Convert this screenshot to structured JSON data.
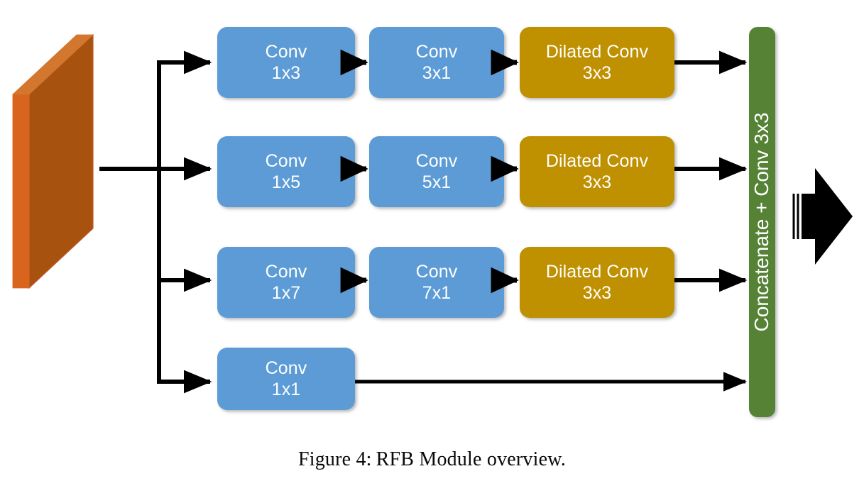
{
  "figure": {
    "caption_prefix": "Figure 4:",
    "caption_text": "RFB Module overview.",
    "caption_full": "Figure 4: RFB Module overview."
  },
  "colors": {
    "conv_blue": "#5B9BD5",
    "dilated_gold": "#BF9000",
    "concat_green": "#548235",
    "input_front": "#A8520F",
    "input_side": "#D9641E",
    "input_top": "#D3762E",
    "arrow_black": "#000000",
    "background": "#FFFFFF"
  },
  "input_block": {
    "name": "input-feature-map",
    "shape": "3d-slab"
  },
  "output_arrow": {
    "name": "output-block-arrow",
    "direction": "right"
  },
  "branches": [
    {
      "id": "branch-1",
      "blocks": [
        {
          "type": "conv",
          "line1": "Conv",
          "line2": "1x3",
          "color": "#5B9BD5"
        },
        {
          "type": "conv",
          "line1": "Conv",
          "line2": "3x1",
          "color": "#5B9BD5"
        },
        {
          "type": "dilated",
          "line1": "Dilated Conv",
          "line2": "3x3",
          "color": "#BF9000"
        }
      ]
    },
    {
      "id": "branch-2",
      "blocks": [
        {
          "type": "conv",
          "line1": "Conv",
          "line2": "1x5",
          "color": "#5B9BD5"
        },
        {
          "type": "conv",
          "line1": "Conv",
          "line2": "5x1",
          "color": "#5B9BD5"
        },
        {
          "type": "dilated",
          "line1": "Dilated Conv",
          "line2": "3x3",
          "color": "#BF9000"
        }
      ]
    },
    {
      "id": "branch-3",
      "blocks": [
        {
          "type": "conv",
          "line1": "Conv",
          "line2": "1x7",
          "color": "#5B9BD5"
        },
        {
          "type": "conv",
          "line1": "Conv",
          "line2": "7x1",
          "color": "#5B9BD5"
        },
        {
          "type": "dilated",
          "line1": "Dilated Conv",
          "line2": "3x3",
          "color": "#BF9000"
        }
      ]
    },
    {
      "id": "branch-4",
      "blocks": [
        {
          "type": "conv",
          "line1": "Conv",
          "line2": "1x1",
          "color": "#5B9BD5"
        }
      ]
    }
  ],
  "merge_node": {
    "label": "Concatenate + Conv 3x3",
    "color": "#548235"
  },
  "labels": {
    "b1c1_l1": "Conv",
    "b1c1_l2": "1x3",
    "b1c2_l1": "Conv",
    "b1c2_l2": "3x1",
    "b1c3_l1": "Dilated Conv",
    "b1c3_l2": "3x3",
    "b2c1_l1": "Conv",
    "b2c1_l2": "1x5",
    "b2c2_l1": "Conv",
    "b2c2_l2": "5x1",
    "b2c3_l1": "Dilated Conv",
    "b2c3_l2": "3x3",
    "b3c1_l1": "Conv",
    "b3c1_l2": "1x7",
    "b3c2_l1": "Conv",
    "b3c2_l2": "7x1",
    "b3c3_l1": "Dilated Conv",
    "b3c3_l2": "3x3",
    "b4c1_l1": "Conv",
    "b4c1_l2": "1x1",
    "merge": "Concatenate + Conv 3x3"
  }
}
